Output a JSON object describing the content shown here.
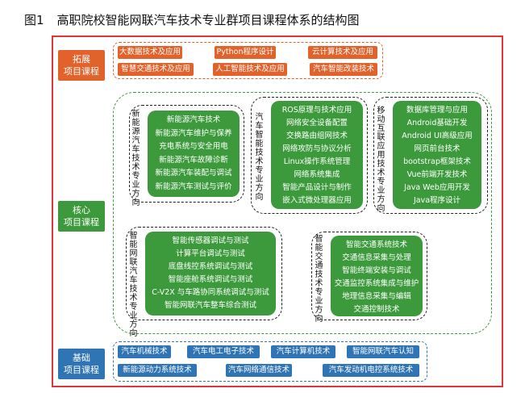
{
  "title": {
    "fig": "图1",
    "text": "高职院校智能网联汽车技术专业群项目课程体系的结构图"
  },
  "categories": {
    "extension": [
      "拓展",
      "项目课程"
    ],
    "core": [
      "核心",
      "项目课程"
    ],
    "base": [
      "基础",
      "项目课程"
    ]
  },
  "extension_courses": [
    "大数据技术及应用",
    "Python程序设计",
    "云计算技术及应用",
    "智慧交通技术及应用",
    "人工智能技术及应用",
    "汽车智能改装技术"
  ],
  "groups": {
    "nev": {
      "label": "新能源汽车技术专业方向",
      "courses": [
        "新能源汽车技术",
        "新能源汽车维护与保养",
        "充电系统与安全用电",
        "新能源汽车故障诊断",
        "新能源汽车装配与调试",
        "新能源汽车测试与评价"
      ]
    },
    "intelligent": {
      "label": "汽车智能技术专业方向",
      "courses": [
        "ROS原理与技术应用",
        "网络安全设备配置",
        "交换路由组网技术",
        "网络攻防与协议分析",
        "Linux操作系统管理",
        "网络系统集成",
        "智能产品设计与制作",
        "嵌入式微处理器应用"
      ]
    },
    "mobile": {
      "label": "移动互联应用技术专业方向",
      "courses": [
        "数据库管理与应用",
        "Android基础开发",
        "Android UI高级应用",
        "网页前台技术",
        "bootstrap框架技术",
        "Vue前端开发技术",
        "Java Web应用开发",
        "Java程序设计"
      ]
    },
    "icv": {
      "label": "智能网联汽车技术专业方向",
      "courses": [
        "智能传感器调试与测试",
        "计算平台调试与测试",
        "底盘线控系统调试与测试",
        "智能座舱系统调试与测试",
        "C-V2X 与车路协同系统调试与测试",
        "智能网联汽车整车综合测试"
      ]
    },
    "traffic": {
      "label": "智能交通技术专业方向",
      "courses": [
        "智能交通系统技术",
        "交通信息采集与处理",
        "智能终端安装与调试",
        "交通监控系统集成与维护",
        "地理信息采集与编辑",
        "交通控制技术"
      ]
    }
  },
  "base_courses": [
    "汽车机械技术",
    "汽车电工电子技术",
    "汽车计算机技术",
    "智能网联汽车认知",
    "新能源动力系统技术",
    "汽车网络通信技术",
    "汽车发动机电控系统技术"
  ],
  "colors": {
    "frame": "#e0353a",
    "extension": "#e2622b",
    "core": "#3c9a3c",
    "base": "#2f74b5"
  }
}
